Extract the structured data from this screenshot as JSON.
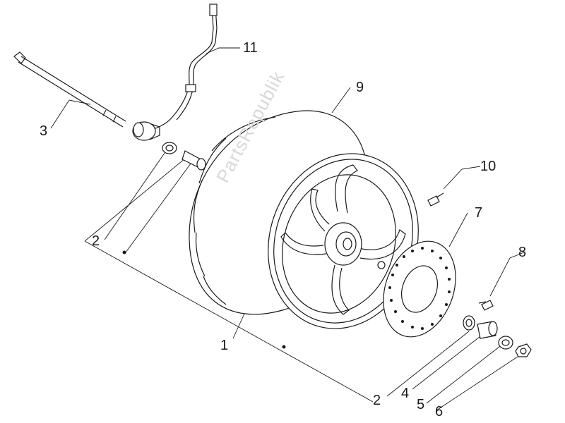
{
  "watermark": "PartsRepublik",
  "callouts": {
    "c1": "1",
    "c2a": "2",
    "c2b": "2",
    "c3": "3",
    "c4": "4",
    "c5": "5",
    "c6": "6",
    "c7": "7",
    "c8": "8",
    "c9": "9",
    "c10": "10",
    "c11": "11"
  },
  "colors": {
    "line": "#1a1a1a",
    "watermark": "#d8d8d8"
  }
}
